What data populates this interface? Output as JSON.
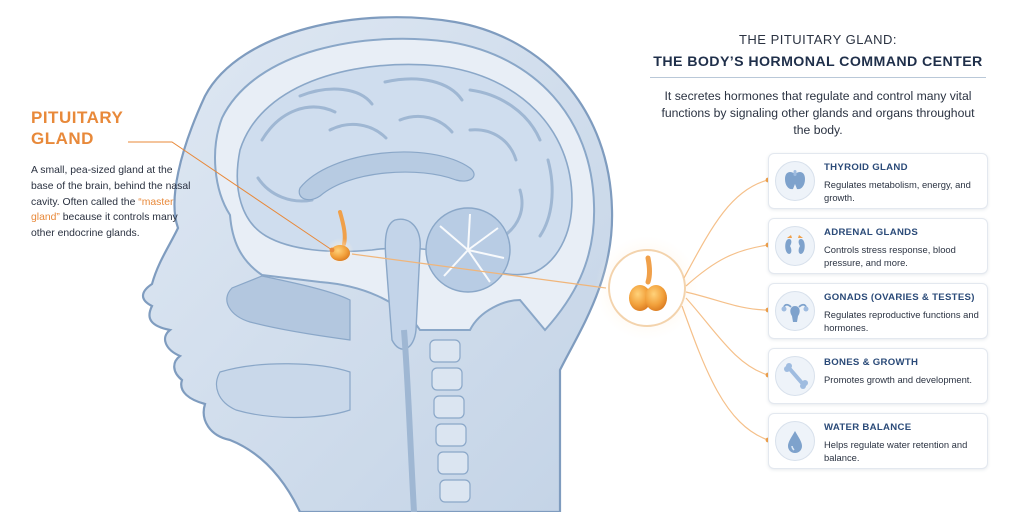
{
  "callout": {
    "title_line1": "PITUITARY",
    "title_line2": "GLAND",
    "desc_before": "A small, pea-sized gland at the base of the brain, behind the nasal cavity. Often called the ",
    "desc_highlight": "“master gland”",
    "desc_after": " because it controls many other endocrine glands."
  },
  "header": {
    "kicker": "THE PITUITARY GLAND:",
    "title": "THE BODY’S HORMONAL COMMAND CENTER"
  },
  "intro": "It secretes hormones that regulate and control many vital functions by signaling other glands and organs throughout the body.",
  "functions": [
    {
      "title": "THYROID GLAND",
      "desc": "Regulates metabolism, energy, and growth.",
      "icon": "thyroid-icon"
    },
    {
      "title": "ADRENAL GLANDS",
      "desc": "Controls stress response, blood pressure, and more.",
      "icon": "kidney-adrenal-icon"
    },
    {
      "title": "GONADS (OVARIES & TESTES)",
      "desc": "Regulates reproductive functions and hormones.",
      "icon": "uterus-ovaries-icon"
    },
    {
      "title": "BONES & GROWTH",
      "desc": "Promotes growth and development.",
      "icon": "bone-icon"
    },
    {
      "title": "WATER BALANCE",
      "desc": "Helps regulate water retention and balance.",
      "icon": "water-drop-icon"
    }
  ],
  "colors": {
    "accent_orange": "#e8893a",
    "navy": "#1f2f4a",
    "card_title_blue": "#2a4a78",
    "anatomy_blue": "#c9d8ea"
  }
}
